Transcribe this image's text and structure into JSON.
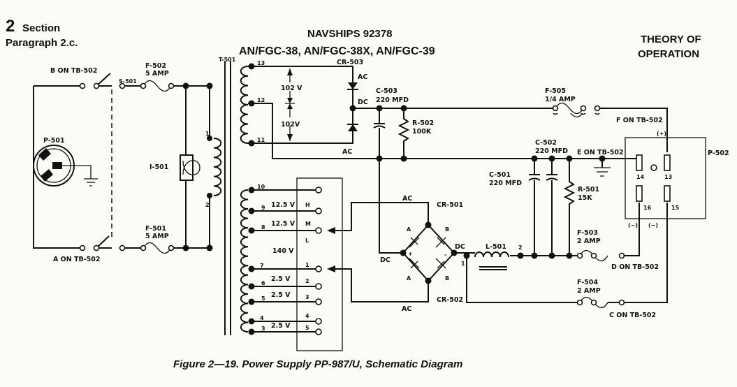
{
  "header": {
    "section_number": "2",
    "section_label": "Section",
    "paragraph": "Paragraph 2.c.",
    "doc_number": "NAVSHIPS 92378",
    "models": "AN/FGC-38, AN/FGC-38X, AN/FGC-39",
    "theory_line1": "THEORY OF",
    "theory_line2": "OPERATION"
  },
  "caption": "Figure 2—19.   Power Supply PP-987/U, Schematic Diagram",
  "labels": {
    "b_on_tb": "B ON TB-502",
    "a_on_tb": "A ON TB-502",
    "s501": "S-501",
    "f502": "F-502",
    "f502_rating": "5 AMP",
    "f501": "F-501",
    "f501_rating": "5 AMP",
    "p501": "P-501",
    "i501": "I-501",
    "t501": "T-501",
    "pri1": "1",
    "pri2": "2",
    "tap13": "13",
    "tap12": "12",
    "tap11": "11",
    "v102a": "102 V",
    "v102b": "102V",
    "cr503": "CR-503",
    "ac_top": "AC",
    "dc503": "DC",
    "ac_bot": "AC",
    "c503": "C-503",
    "c503_val": "220 MFD",
    "r502": "R-502",
    "r502_val": "100K",
    "f505": "F-505",
    "f505_rating": "1/4 AMP",
    "f_on_tb": "F ON TB-502",
    "plus": "(+)",
    "c502": "C-502",
    "c502_val": "220 MFD",
    "e_on_tb": "E ON TB-502",
    "p502": "P-502",
    "pin14": "14",
    "pin13": "13",
    "pin16": "16",
    "pin15": "15",
    "minus1": "(−)",
    "minus2": "(−)",
    "c501": "C-501",
    "c501_val": "220 MFD",
    "r501": "R-501",
    "r501_val": "15K",
    "tap10": "10",
    "tap9": "9",
    "tap8": "8",
    "tap7": "7",
    "tap6": "6",
    "tap5": "5",
    "tap4": "4",
    "tap3": "3",
    "v125a": "12.5 V",
    "v125b": "12.5 V",
    "v140": "140 V",
    "v25a": "2.5 V",
    "v25b": "2.5 V",
    "v25c": "2.5 V",
    "tb_h": "H",
    "tb_m": "M",
    "tb_l": "L",
    "tb_1": "1",
    "tb_2": "2",
    "tb_3": "3",
    "tb_4": "4",
    "tb_5": "5",
    "cr501": "CR-501",
    "cr502": "CR-502",
    "ac501": "AC",
    "ac502": "AC",
    "dc_left": "DC",
    "dc_right": "DC",
    "a1": "A",
    "a2": "A",
    "b1": "B",
    "b2": "B",
    "bplus": "+",
    "bminus": "-",
    "node1": "1",
    "node2": "2",
    "l501": "L-501",
    "f503": "F-503",
    "f503_rating": "2 AMP",
    "d_on_tb": "D ON TB-502",
    "f504": "F-504",
    "f504_rating": "2 AMP",
    "c_on_tb": "C ON TB-502"
  }
}
